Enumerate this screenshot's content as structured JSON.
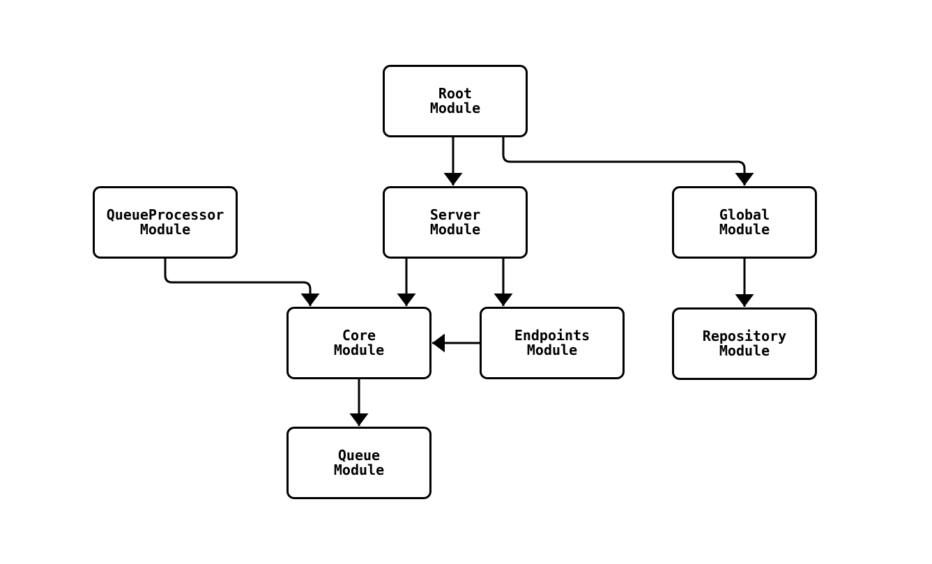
{
  "diagram": {
    "colors": {
      "stroke": "#000000",
      "node_fill": "#ffffff",
      "background": "#ffffff"
    },
    "nodes": [
      {
        "id": "root",
        "label": "Root\nModule"
      },
      {
        "id": "queueprocessor",
        "label": "QueueProcessor\nModule"
      },
      {
        "id": "server",
        "label": "Server\nModule"
      },
      {
        "id": "global",
        "label": "Global\nModule"
      },
      {
        "id": "core",
        "label": "Core\nModule"
      },
      {
        "id": "endpoints",
        "label": "Endpoints\nModule"
      },
      {
        "id": "repository",
        "label": "Repository\nModule"
      },
      {
        "id": "queue",
        "label": "Queue\nModule"
      }
    ],
    "edges": [
      {
        "from": "root",
        "to": "server"
      },
      {
        "from": "root",
        "to": "global"
      },
      {
        "from": "queueprocessor",
        "to": "core"
      },
      {
        "from": "server",
        "to": "core"
      },
      {
        "from": "server",
        "to": "endpoints"
      },
      {
        "from": "endpoints",
        "to": "core"
      },
      {
        "from": "global",
        "to": "repository"
      },
      {
        "from": "core",
        "to": "queue"
      }
    ]
  }
}
